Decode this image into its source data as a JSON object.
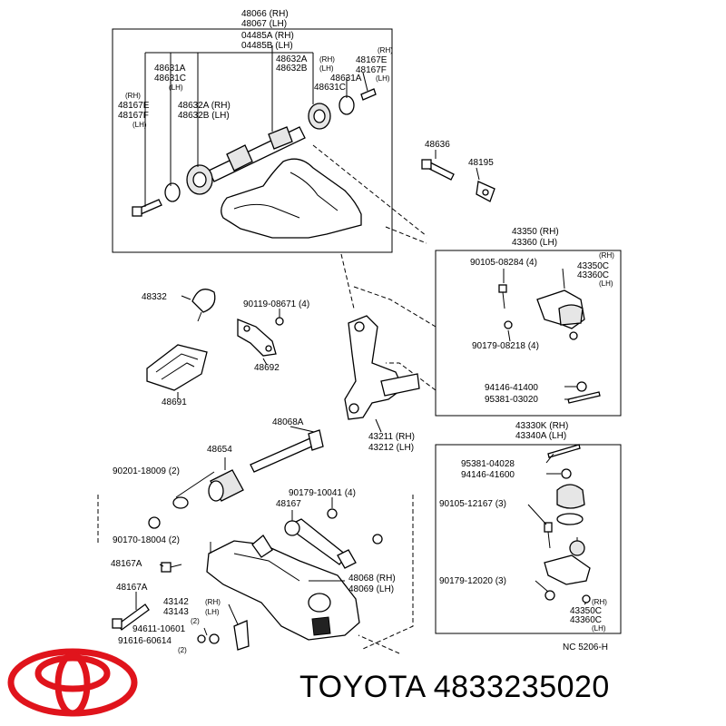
{
  "brand": {
    "name": "TOYOTA",
    "part_number": "4833235020",
    "logo_color": "#e0141c"
  },
  "labels": {
    "l48066": "48066 (RH)",
    "l48067": "48067 (LH)",
    "l04485a": "04485A (RH)",
    "l04485b": "04485B (LH)",
    "l48631a_top": "48631A",
    "l48631c_top": "48631C",
    "lh1": "(LH)",
    "rh_a": "(RH)",
    "l48167e_a": "48167E",
    "l48167f_a": "48167F",
    "lh_a": "(LH)",
    "l48632a_r": "48632A (RH)",
    "l48632b_r": "48632B (LH)",
    "l48632a_t": "48632A",
    "rh_t": "(RH)",
    "l48632b_t": "48632B",
    "lh_t": "(LH)",
    "l48167e_t": "48167E",
    "l48167f_t": "48167F",
    "l48631a_t2": "48631A",
    "l48631c_t2": "48631C",
    "rh_t2": "(RH)",
    "lh_t2": "(LH)",
    "l48636": "48636",
    "l48195": "48195",
    "l43350": "43350 (RH)",
    "l43360": "43360 (LH)",
    "l90105_08284": "90105-08284 (4)",
    "rh_bj1": "(RH)",
    "l43350c_1": "43350C",
    "l43360c_1": "43360C",
    "lh_bj1": "(LH)",
    "l90179_08218": "90179-08218 (4)",
    "l94146_41400": "94146-41400",
    "l95381_03020": "95381-03020",
    "l48332": "48332",
    "l90119_08671": "90119-08671 (4)",
    "l48692": "48692",
    "l48691": "48691",
    "l48068a": "48068A",
    "l43211": "43211 (RH)",
    "l43212": "43212 (LH)",
    "l48654": "48654",
    "l90201": "90201-18009 (2)",
    "l90179_10041": "90179-10041 (4)",
    "l48167": "48167",
    "l90170": "90170-18004 (2)",
    "l48167a_1": "48167A",
    "l48167a_2": "48167A",
    "l48068_rh": "48068 (RH)",
    "l48069_lh": "48069 (LH)",
    "l43142": "43142",
    "rh_43142": "(RH)",
    "l43143": "43143",
    "lh_43143": "(LH)",
    "two_a": "(2)",
    "l94611": "94611-10601",
    "l91616": "91616-60614",
    "two_b": "(2)",
    "l43330k": "43330K (RH)",
    "l43340a": "43340A (LH)",
    "l95381_04028": "95381-04028",
    "l94146_41600": "94146-41600",
    "l90105_12167": "90105-12167 (3)",
    "l90179_12020": "90179-12020 (3)",
    "rh_bj2": "(RH)",
    "l43350c_2": "43350C",
    "l43360c_2": "43360C",
    "lh_bj2": "(LH)",
    "nc_code": "NC 5206-H"
  }
}
